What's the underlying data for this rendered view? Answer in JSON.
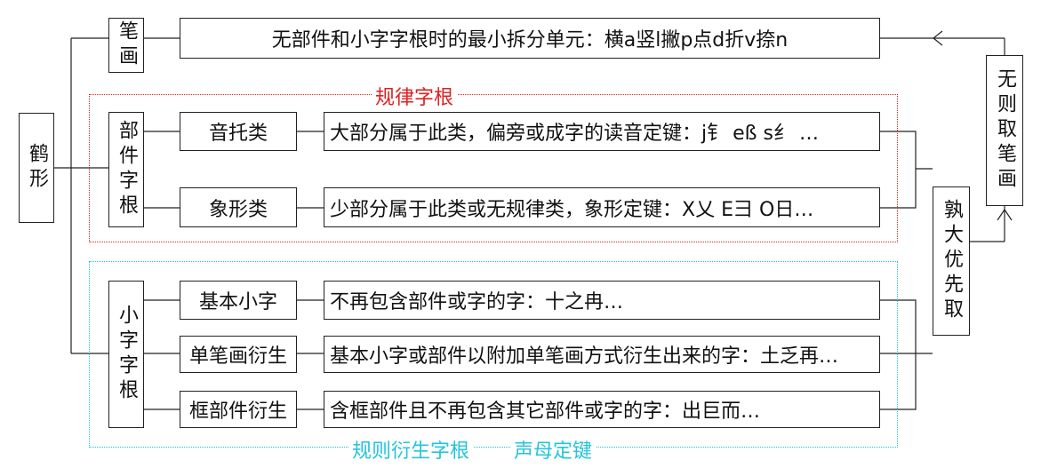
{
  "root": {
    "label": "鹤形"
  },
  "stroke": {
    "label": "笔画",
    "description": "无部件和小字字根时的最小拆分单元：横a竖l撇p点d折v捺n"
  },
  "regular_group": {
    "title": "规律字根",
    "component": {
      "label": "部件字根"
    },
    "rows": [
      {
        "label": "音托类",
        "description": "大部分属于此类，偏旁或成字的读音定键：j钅 eß s纟 …"
      },
      {
        "label": "象形类",
        "description": "少部分属于此类或无规律类，象形定键：X乂 E彐 O日…"
      }
    ]
  },
  "derived_group": {
    "title": "规则衍生字根",
    "subtitle": "声母定键",
    "small": {
      "label": "小字字根"
    },
    "rows": [
      {
        "label": "基本小字",
        "description": "不再包含部件或字的字：十之冉…"
      },
      {
        "label": "单笔画衍生",
        "description": "基本小字或部件以附加单笔画方式衍生出来的字：土乏再…"
      },
      {
        "label": "框部件衍生",
        "description": "含框部件且不再包含其它部件或字的字：出巨而…"
      }
    ]
  },
  "priority": {
    "label": "孰大优先取"
  },
  "fallback": {
    "label": "无则取笔画"
  }
}
